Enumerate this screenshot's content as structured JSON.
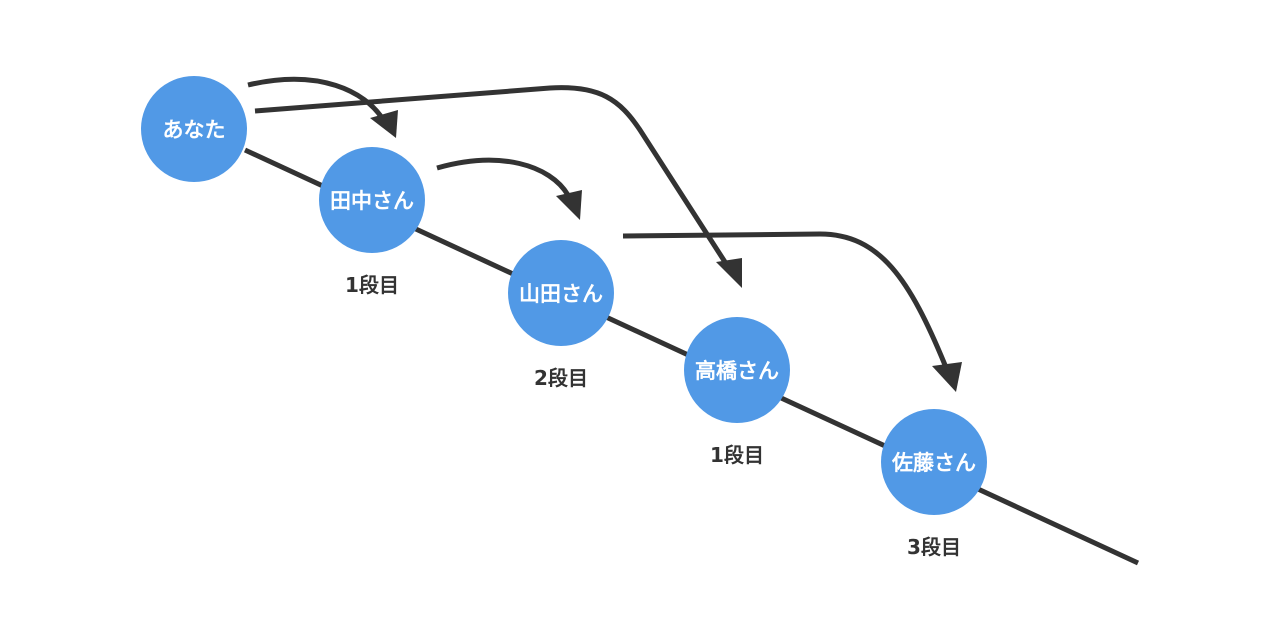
{
  "colors": {
    "node": "#5199e6",
    "line": "#333333",
    "node_text": "#ffffff"
  },
  "nodes": [
    {
      "name": "あなた",
      "step": ""
    },
    {
      "name": "田中さん",
      "step": "1段目"
    },
    {
      "name": "山田さん",
      "step": "2段目"
    },
    {
      "name": "高橋さん",
      "step": "1段目"
    },
    {
      "name": "佐藤さん",
      "step": "3段目"
    }
  ]
}
